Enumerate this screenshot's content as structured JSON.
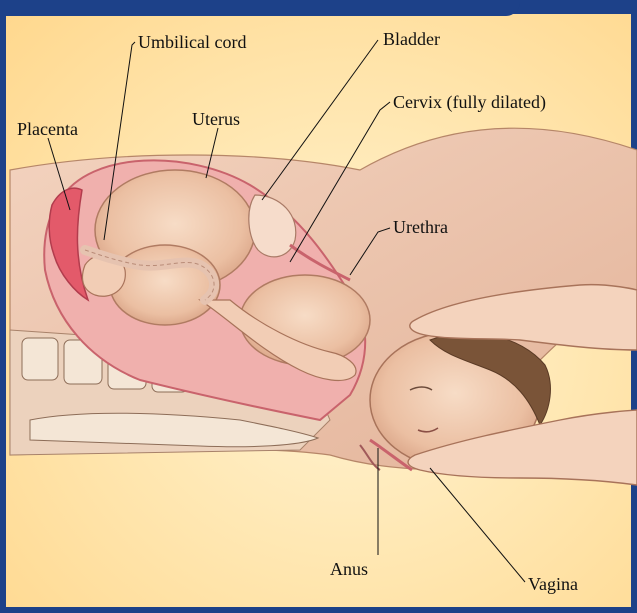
{
  "diagram": {
    "labels": {
      "umbilical_cord": "Umbilical cord",
      "bladder": "Bladder",
      "placenta": "Placenta",
      "uterus": "Uterus",
      "cervix": "Cervix (fully dilated)",
      "urethra": "Urethra",
      "anus": "Anus",
      "vagina": "Vagina"
    },
    "colors": {
      "frame": "#1d4189",
      "background": "#ffe8b4",
      "skin": "#f2c9ad",
      "skin_shadow": "#d9a286",
      "uterus_wall": "#e58a8f",
      "placenta": "#e35a6a",
      "hair": "#6b4a34",
      "leader_line": "#111111"
    }
  }
}
